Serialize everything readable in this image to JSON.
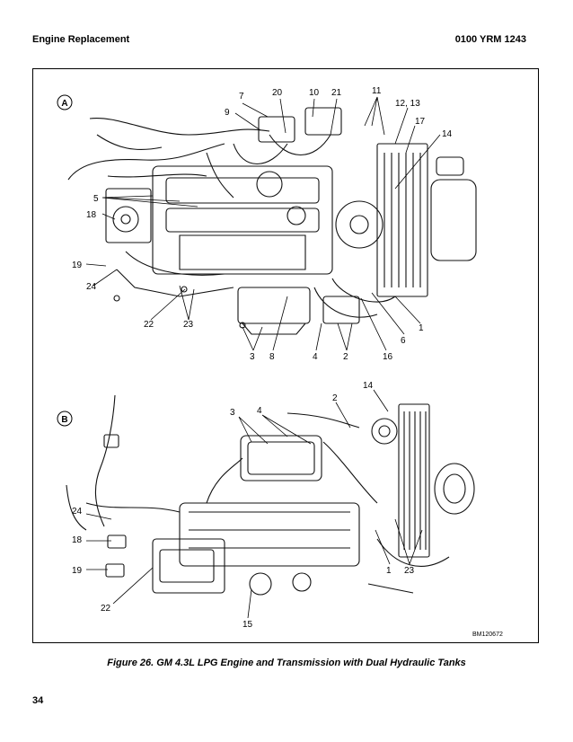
{
  "header": {
    "section_title": "Engine Replacement",
    "doc_code": "0100 YRM 1243"
  },
  "figure": {
    "caption": "Figure 26. GM 4.3L LPG Engine and Transmission with Dual Hydraulic Tanks",
    "drawing_id": "BM120672",
    "panel_a": {
      "letter": "A",
      "callouts": [
        "7",
        "20",
        "10",
        "21",
        "11",
        "9",
        "12, 13",
        "17",
        "14",
        "5",
        "18",
        "19",
        "24",
        "22",
        "23",
        "3",
        "8",
        "4",
        "2",
        "16",
        "6",
        "1"
      ]
    },
    "panel_b": {
      "letter": "B",
      "callouts": [
        "2",
        "14",
        "3",
        "4",
        "24",
        "18",
        "19",
        "22",
        "15",
        "1",
        "23"
      ]
    }
  },
  "footer": {
    "page_number": "34"
  }
}
